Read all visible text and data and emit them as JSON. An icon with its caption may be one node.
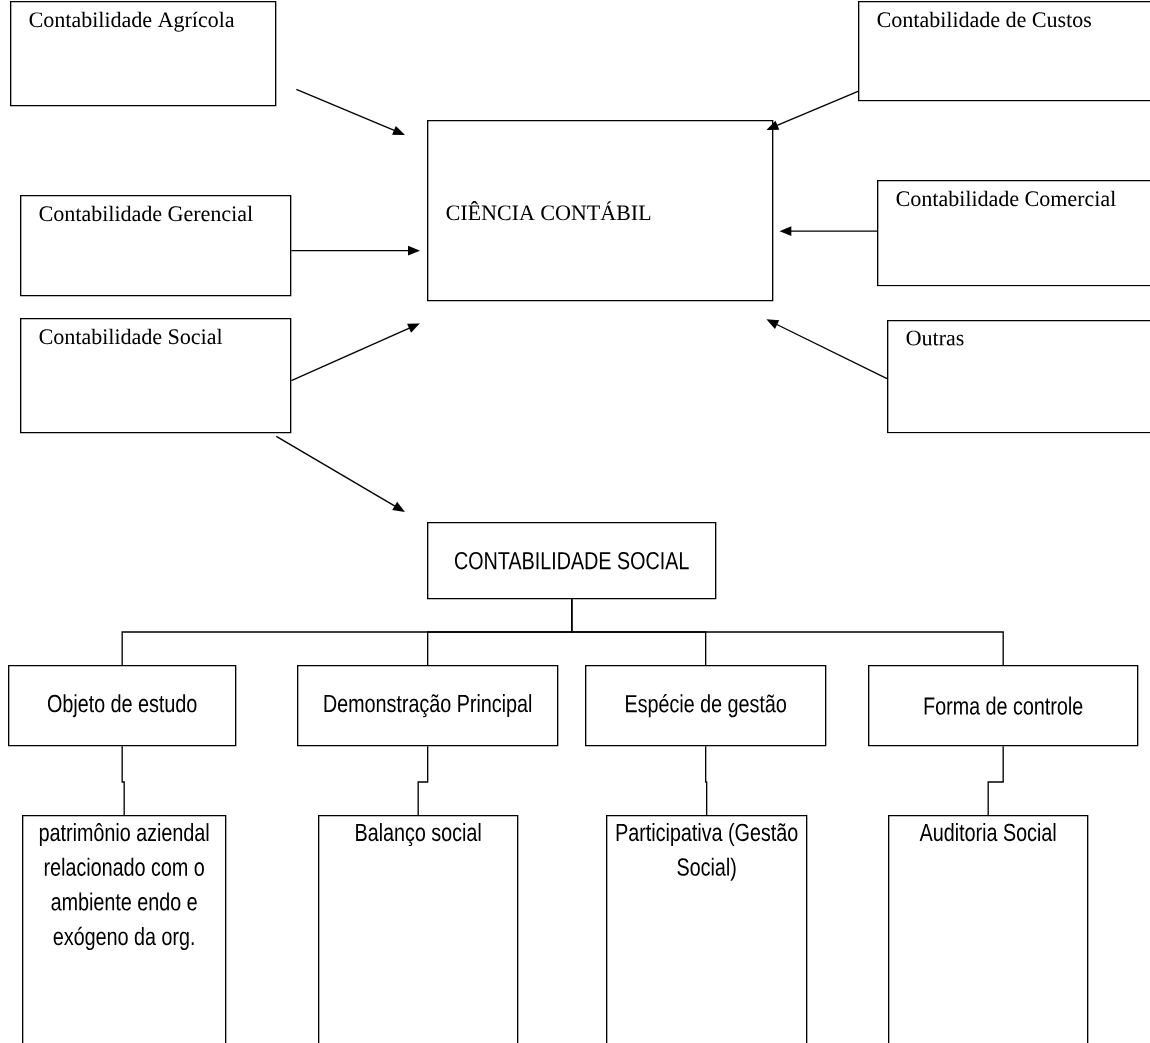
{
  "diagram": {
    "nodes": [
      {
        "text": [
          "Contabilidade Agrícola"
        ]
      },
      {
        "text": [
          "Contabilidade de Custos"
        ]
      },
      {
        "text": [
          "CIÊNCIA CONTÁBIL"
        ]
      },
      {
        "text": [
          "Contabilidade Gerencial"
        ]
      },
      {
        "text": [
          "Contabilidade Comercial"
        ]
      },
      {
        "text": [
          "Contabilidade Social"
        ]
      },
      {
        "text": [
          "Outras"
        ]
      },
      {
        "text": [
          "CONTABILIDADE SOCIAL"
        ]
      },
      {
        "text": [
          "Objeto de estudo"
        ]
      },
      {
        "text": [
          "Demonstração Principal"
        ]
      },
      {
        "text": [
          "Espécie de gestão"
        ]
      },
      {
        "text": [
          "Forma de controle"
        ]
      },
      {
        "text": [
          "patrimônio aziendal relacionado com o ambiente endo e exógeno da org."
        ]
      },
      {
        "text": [
          "Balanço social"
        ]
      },
      {
        "text": [
          "Participativa (Gestão Social)"
        ]
      },
      {
        "text": [
          "Auditoria Social"
        ]
      }
    ],
    "edges": [
      {
        "from": 0,
        "to": 2,
        "arrow": "to"
      },
      {
        "from": 1,
        "to": 2,
        "arrow": "to"
      },
      {
        "from": 3,
        "to": 2,
        "arrow": "to"
      },
      {
        "from": 4,
        "to": 2,
        "arrow": "to"
      },
      {
        "from": 5,
        "to": 2,
        "arrow": "to"
      },
      {
        "from": 6,
        "to": 2,
        "arrow": "to"
      },
      {
        "from": 5,
        "to": 7,
        "arrow": "to"
      },
      {
        "from": 7,
        "to": 8,
        "arrow": "none"
      },
      {
        "from": 7,
        "to": 9,
        "arrow": "none"
      },
      {
        "from": 7,
        "to": 10,
        "arrow": "none"
      },
      {
        "from": 7,
        "to": 11,
        "arrow": "none"
      },
      {
        "from": 8,
        "to": 12,
        "arrow": "none"
      },
      {
        "from": 9,
        "to": 13,
        "arrow": "none"
      },
      {
        "from": 10,
        "to": 14,
        "arrow": "none"
      },
      {
        "from": 11,
        "to": 15,
        "arrow": "none"
      }
    ]
  }
}
